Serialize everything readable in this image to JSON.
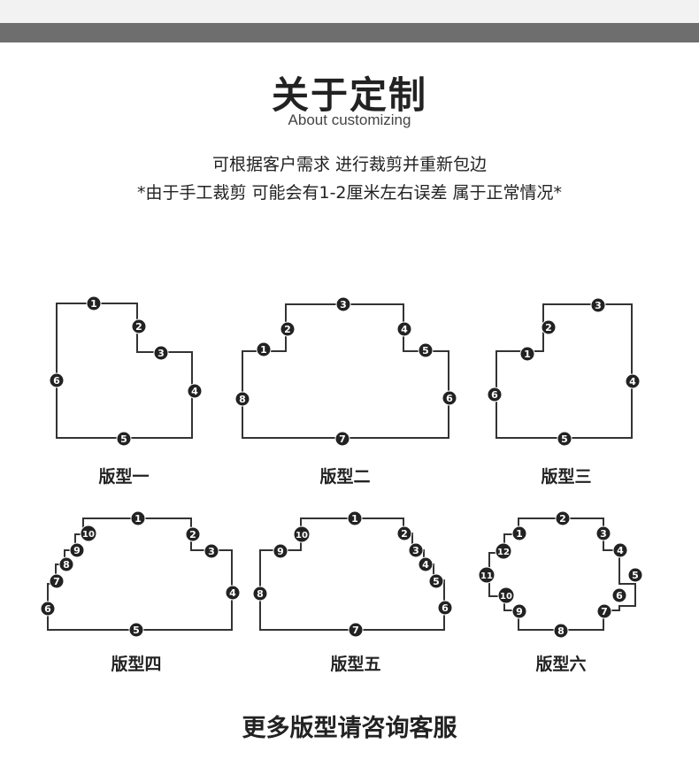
{
  "header": {
    "title": "关于定制",
    "subtitle": "About customizing"
  },
  "description": {
    "line1": "可根据客户需求 进行裁剪并重新包边",
    "line2": "*由于手工裁剪 可能会有1-2厘米左右误差 属于正常情况*"
  },
  "shapes": [
    {
      "id": "shape-1",
      "caption": "版型一",
      "labels": [
        "1",
        "2",
        "3",
        "4",
        "5",
        "6"
      ]
    },
    {
      "id": "shape-2",
      "caption": "版型二",
      "labels": [
        "1",
        "2",
        "3",
        "4",
        "5",
        "6",
        "7",
        "8"
      ]
    },
    {
      "id": "shape-3",
      "caption": "版型三",
      "labels": [
        "1",
        "2",
        "3",
        "4",
        "5",
        "6"
      ]
    },
    {
      "id": "shape-4",
      "caption": "版型四",
      "labels": [
        "1",
        "2",
        "3",
        "4",
        "5",
        "6",
        "7",
        "8",
        "9",
        "10"
      ]
    },
    {
      "id": "shape-5",
      "caption": "版型五",
      "labels": [
        "1",
        "2",
        "3",
        "4",
        "5",
        "6",
        "7",
        "8",
        "9",
        "10"
      ]
    },
    {
      "id": "shape-6",
      "caption": "版型六",
      "labels": [
        "1",
        "2",
        "3",
        "4",
        "5",
        "6",
        "7",
        "8",
        "9",
        "10",
        "11",
        "12"
      ]
    }
  ],
  "footer": {
    "text": "更多版型请咨询客服"
  },
  "colors": {
    "line": "#333333",
    "marker": "#222222",
    "marker_text": "#ffffff",
    "bar": "#6e6e6e"
  }
}
